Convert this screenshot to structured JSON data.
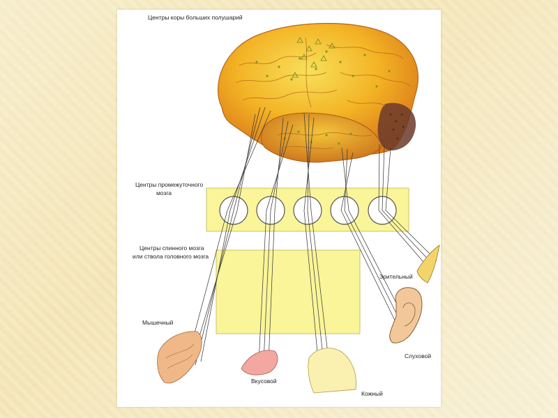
{
  "labels": {
    "cortex": "Центры коры больших полушарий",
    "diencephalon_1": "Центры промежуточного",
    "diencephalon_2": "мозга",
    "spinal_1": "Центры спинного мозга",
    "spinal_2": "или ствола головного мозга",
    "muscle": "Мышечный",
    "taste": "Вкусовой",
    "skin": "Кожный",
    "auditory": "Слуховой",
    "visual": "Зрительный"
  },
  "colors": {
    "brain_fill": "#f2a51a",
    "brain_light": "#f7d14a",
    "brain_dark": "#6b3a2a",
    "panel_yellow": "#f9f598",
    "nerve": "#3b3b3b"
  }
}
